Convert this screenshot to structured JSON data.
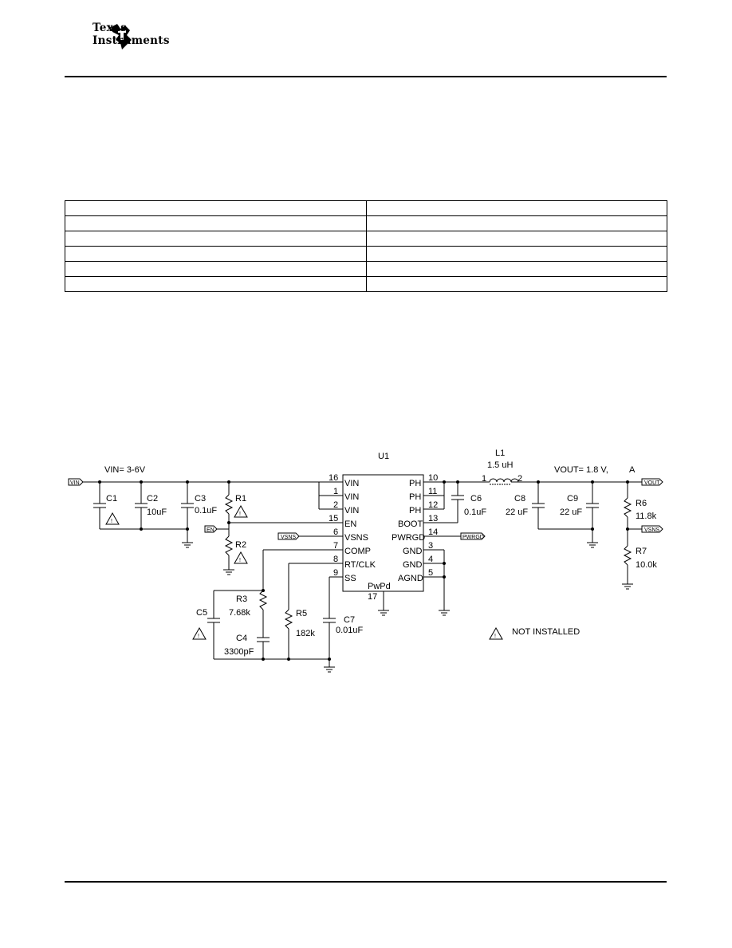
{
  "header": {
    "logo_line1": "Texas",
    "logo_line2": "Instruments"
  },
  "table": {
    "rows": [
      [
        "",
        ""
      ],
      [
        "",
        ""
      ],
      [
        "",
        ""
      ],
      [
        "",
        ""
      ],
      [
        "",
        ""
      ],
      [
        "",
        ""
      ]
    ]
  },
  "schematic": {
    "ic": {
      "ref": "U1",
      "left_pins": [
        {
          "num": "16",
          "name": "VIN"
        },
        {
          "num": "1",
          "name": "VIN"
        },
        {
          "num": "2",
          "name": "VIN"
        },
        {
          "num": "15",
          "name": "EN"
        },
        {
          "num": "6",
          "name": "VSNS"
        },
        {
          "num": "7",
          "name": "COMP"
        },
        {
          "num": "8",
          "name": "RT/CLK"
        },
        {
          "num": "9",
          "name": "SS"
        }
      ],
      "right_pins": [
        {
          "num": "10",
          "name": "PH"
        },
        {
          "num": "11",
          "name": "PH"
        },
        {
          "num": "12",
          "name": "PH"
        },
        {
          "num": "13",
          "name": "BOOT"
        },
        {
          "num": "14",
          "name": "PWRGD"
        },
        {
          "num": "3",
          "name": "GND"
        },
        {
          "num": "4",
          "name": "GND"
        },
        {
          "num": "5",
          "name": "AGND"
        }
      ],
      "bottom_pin": {
        "name": "PwPd",
        "num": "17"
      }
    },
    "net_labels": {
      "vin_text": "VIN= 3-6V",
      "vout_text": "VOUT= 1.8 V,",
      "vout_current": "A",
      "vin_port": "VIN",
      "en_port": "EN",
      "vsns_port_left": "VSNS",
      "pwrgd_port": "PWRGD",
      "vout_port": "VOUT",
      "vsns_port_right": "VSNS"
    },
    "inductor": {
      "ref": "L1",
      "value": "1.5 uH",
      "pin1": "1",
      "pin2": "2"
    },
    "components": {
      "c1": {
        "ref": "C1"
      },
      "c2": {
        "ref": "C2",
        "value": "10uF"
      },
      "c3": {
        "ref": "C3",
        "value": "0.1uF"
      },
      "r1": {
        "ref": "R1"
      },
      "r2": {
        "ref": "R2"
      },
      "c6": {
        "ref": "C6",
        "value": "0.1uF"
      },
      "c8": {
        "ref": "C8",
        "value": "22 uF"
      },
      "c9": {
        "ref": "C9",
        "value": "22 uF"
      },
      "r6": {
        "ref": "R6",
        "value": "11.8k"
      },
      "r7": {
        "ref": "R7",
        "value": "10.0k"
      },
      "c5": {
        "ref": "C5"
      },
      "r3": {
        "ref": "R3",
        "value": "7.68k"
      },
      "c4": {
        "ref": "C4",
        "value": "3300pF"
      },
      "r5": {
        "ref": "R5",
        "value": "182k"
      },
      "c7": {
        "ref": "C7",
        "value": "0.01uF"
      }
    },
    "legend": {
      "warning_mark": "!",
      "text": "NOT INSTALLED"
    }
  }
}
